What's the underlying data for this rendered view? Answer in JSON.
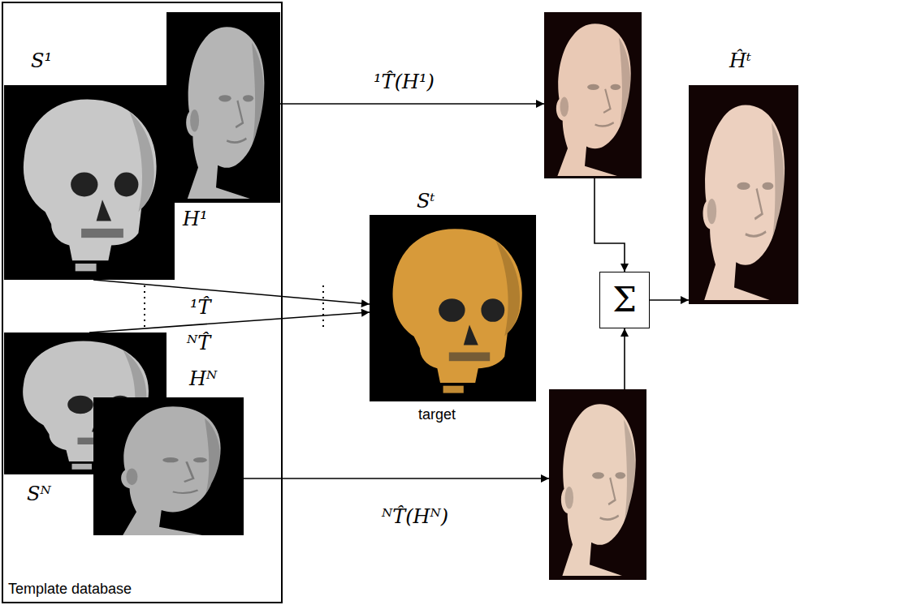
{
  "diagram": {
    "nodes": [
      {
        "text": [
          "Template database"
        ]
      },
      {
        "text": [
          "S¹"
        ],
        "in": 0
      },
      {
        "text": [
          "H¹"
        ],
        "in": 0
      },
      {
        "text": [
          "Sᴺ"
        ],
        "in": 0
      },
      {
        "text": [
          "Hᴺ"
        ],
        "in": 0
      },
      {
        "text": [
          "Sᵗ",
          "target"
        ]
      },
      {
        "text": []
      },
      {
        "text": [
          "Σ"
        ]
      },
      {
        "text": []
      },
      {
        "text": [
          "Ĥᵗ"
        ]
      }
    ],
    "edges": [
      {
        "from": 2,
        "to": 6,
        "arrow": "to",
        "label": "¹T̂(H¹)"
      },
      {
        "from": 1,
        "to": 5,
        "arrow": "to",
        "label": "¹T̂"
      },
      {
        "from": 3,
        "to": 5,
        "arrow": "to",
        "label": "ᴺT̂"
      },
      {
        "from": 4,
        "to": 8,
        "arrow": "to",
        "label": "ᴺT̂(Hᴺ)"
      },
      {
        "from": 6,
        "to": 7,
        "arrow": "to"
      },
      {
        "from": 8,
        "to": 7,
        "arrow": "to"
      },
      {
        "from": 7,
        "to": 9,
        "arrow": "to"
      }
    ]
  }
}
